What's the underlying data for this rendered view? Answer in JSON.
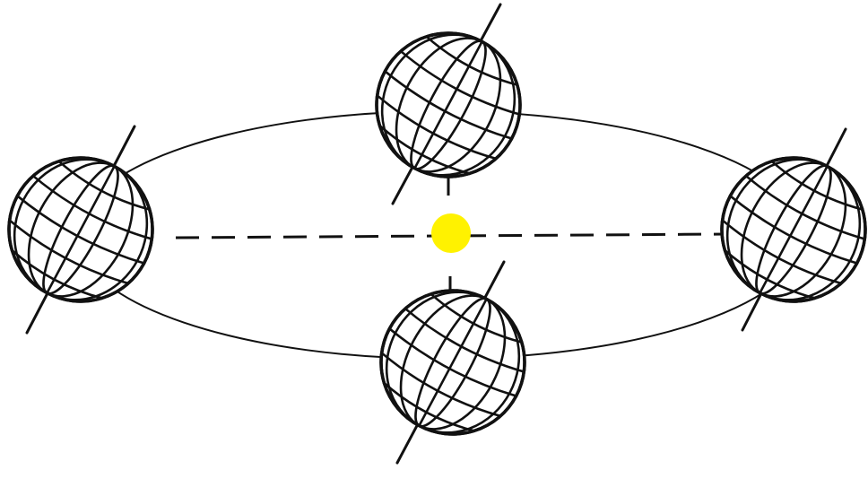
{
  "diagram": {
    "sun": {
      "color": "#fff200"
    },
    "colors": {
      "line": "#111111",
      "globe_fill": "#ffffff"
    },
    "globes": [
      {
        "position": "left",
        "tilt_deg": 33
      },
      {
        "position": "top",
        "tilt_deg": 33
      },
      {
        "position": "right",
        "tilt_deg": 33
      },
      {
        "position": "bottom",
        "tilt_deg": 33
      }
    ],
    "sun_axis_style": "dashed"
  }
}
